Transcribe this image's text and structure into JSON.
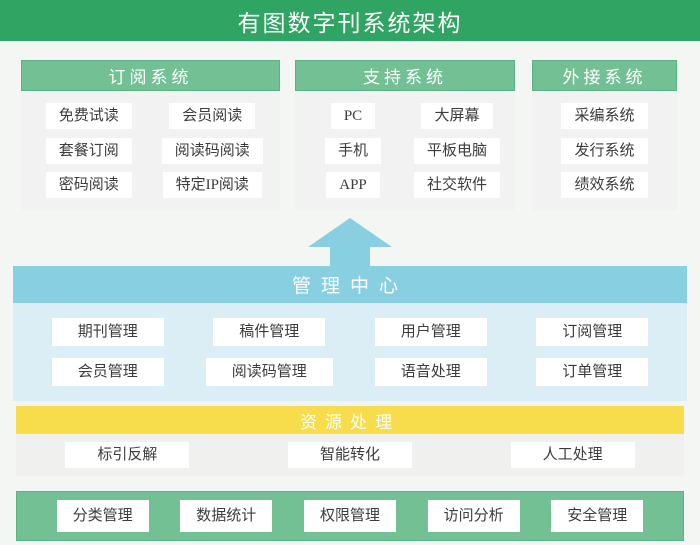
{
  "title": "有图数字刊系统架构",
  "colors": {
    "title_green": "#2fa463",
    "panel_green": "#73c094",
    "arrow_blue": "#89cfe2",
    "blue_body": "#dceef5",
    "yellow": "#f7dc4b",
    "page_background": "#f4f6f4"
  },
  "panels": [
    {
      "title": "订阅系统",
      "items": [
        "免费试读",
        "会员阅读",
        "套餐订阅",
        "阅读码阅读",
        "密码阅读",
        "特定IP阅读"
      ]
    },
    {
      "title": "支持系统",
      "items": [
        "PC",
        "大屏幕",
        "手机",
        "平板电脑",
        "APP",
        "社交软件"
      ]
    },
    {
      "title": "外接系统",
      "items": [
        "采编系统",
        "发行系统",
        "绩效系统"
      ]
    }
  ],
  "management_center": {
    "title": "管理中心",
    "items": [
      "期刊管理",
      "稿件管理",
      "用户管理",
      "订阅管理",
      "会员管理",
      "阅读码管理",
      "语音处理",
      "订单管理"
    ]
  },
  "resource_processing": {
    "title": "资源处理",
    "items": [
      "标引反解",
      "智能转化",
      "人工处理"
    ]
  },
  "bottom_band": {
    "items": [
      "分类管理",
      "数据统计",
      "权限管理",
      "访问分析",
      "安全管理"
    ]
  }
}
